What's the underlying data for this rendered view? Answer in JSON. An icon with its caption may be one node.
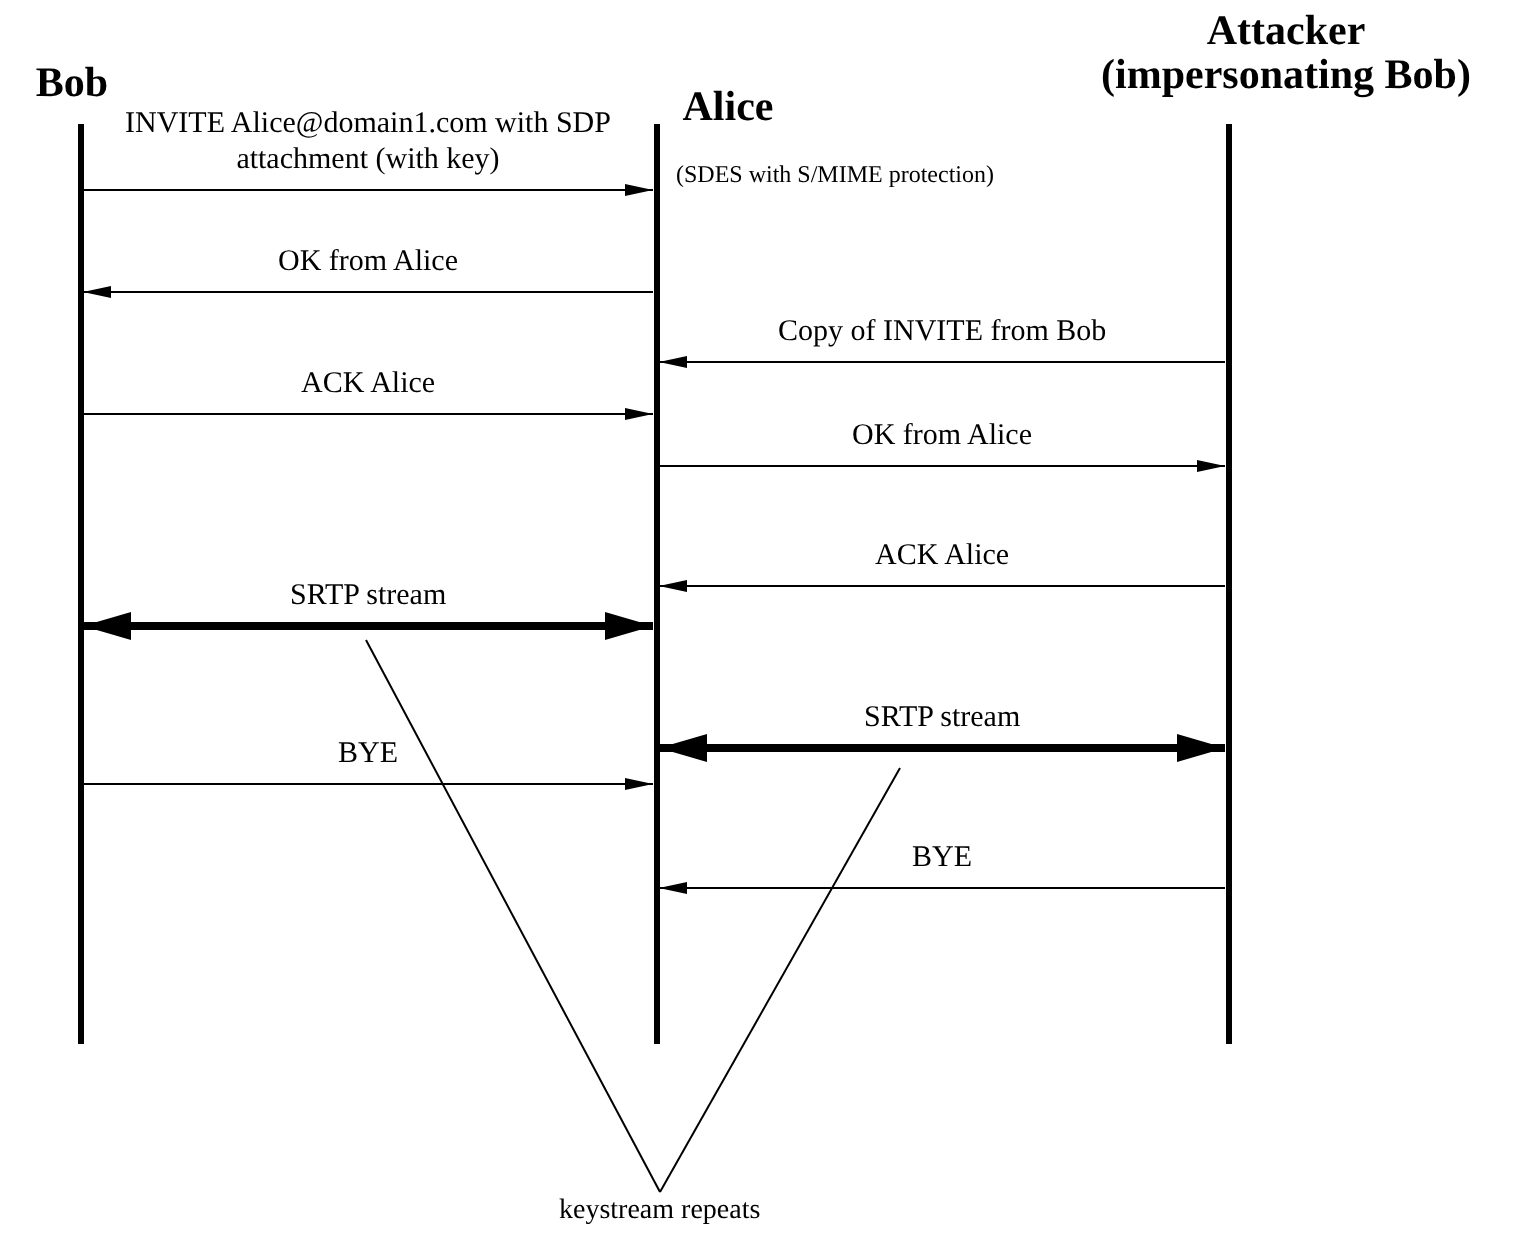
{
  "diagram": {
    "nodes": [
      {
        "text": [
          "Bob"
        ]
      },
      {
        "text": [
          "Alice"
        ],
        "beside": [
          "(SDES with S/MIME protection)"
        ]
      },
      {
        "text": [
          "Attacker (impersonating Bob)"
        ]
      },
      {
        "text": [
          "keystream repeats"
        ]
      }
    ],
    "edges": [
      {
        "from": 0,
        "to": 1,
        "arrow": "to",
        "label": "INVITE Alice@domain1.com with SDP attachment (with key)"
      },
      {
        "from": 1,
        "to": 0,
        "arrow": "to",
        "label": "OK from Alice"
      },
      {
        "from": 2,
        "to": 1,
        "arrow": "to",
        "label": "Copy of INVITE from Bob"
      },
      {
        "from": 0,
        "to": 1,
        "arrow": "to",
        "label": "ACK Alice"
      },
      {
        "from": 1,
        "to": 2,
        "arrow": "to",
        "label": "OK from Alice"
      },
      {
        "from": 2,
        "to": 1,
        "arrow": "to",
        "label": "ACK Alice"
      },
      {
        "from": 0,
        "to": 1,
        "arrow": "both",
        "label": "SRTP stream",
        "style": "thick"
      },
      {
        "from": 1,
        "to": 2,
        "arrow": "both",
        "label": "SRTP stream",
        "style": "thick"
      },
      {
        "from": 0,
        "to": 1,
        "arrow": "to",
        "label": "BYE"
      },
      {
        "from": 2,
        "to": 1,
        "arrow": "to",
        "label": "BYE"
      },
      {
        "from": 3,
        "to": null,
        "arrow": "none"
      },
      {
        "from": 3,
        "to": null,
        "arrow": "none"
      }
    ]
  }
}
